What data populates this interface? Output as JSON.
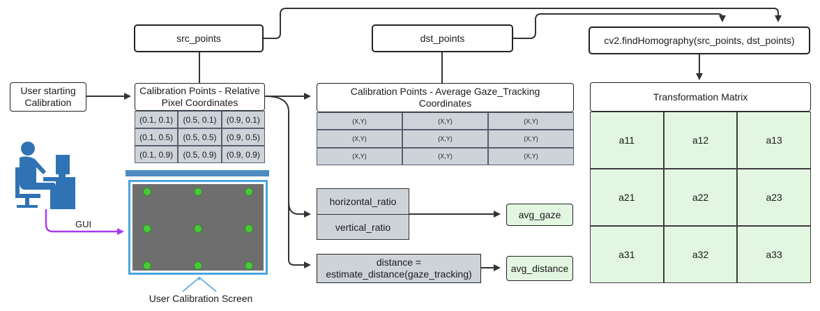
{
  "boxes": {
    "src_points": "src_points",
    "dst_points": "dst_points",
    "homography": "cv2.findHomography(src_points, dst_points)",
    "user_start": "User starting Calibration",
    "calib_rel": "Calibration Points - Relative Pixel Coordinates",
    "calib_gaze": "Calibration Points - Average Gaze_Tracking Coordinates",
    "transform_matrix": "Transformation Matrix",
    "horizontal_ratio": "horizontal_ratio",
    "vertical_ratio": "vertical_ratio",
    "avg_gaze": "avg_gaze",
    "distance_formula": "distance = estimate_distance(gaze_tracking)",
    "avg_distance": "avg_distance"
  },
  "labels": {
    "gui": "GUI",
    "screen_caption": "User Calibration Screen"
  },
  "src_table": [
    [
      "(0.1, 0.1)",
      "(0.5, 0.1)",
      "(0.9, 0.1)"
    ],
    [
      "(0.1, 0.5)",
      "(0.5, 0.5)",
      "(0.9, 0.5)"
    ],
    [
      "(0.1, 0.9)",
      "(0.5, 0.9)",
      "(0.9, 0.9)"
    ]
  ],
  "gaze_table": [
    [
      "(X,Y)",
      "(X,Y)",
      "(X,Y)"
    ],
    [
      "(X,Y)",
      "(X,Y)",
      "(X,Y)"
    ],
    [
      "(X,Y)",
      "(X,Y)",
      "(X,Y)"
    ]
  ],
  "matrix": [
    [
      "a11",
      "a12",
      "a13"
    ],
    [
      "a21",
      "a22",
      "a23"
    ],
    [
      "a31",
      "a32",
      "a33"
    ]
  ],
  "colors": {
    "grey_fill": "#ced3da",
    "green_fill": "#e3f6e1",
    "screen_blue": "#4aa3df",
    "person_blue": "#2f73b5",
    "gui_arrow": "#a83bf0",
    "dot_green": "#49c93a"
  },
  "icons": [
    "person-at-computer-icon",
    "calibration-screen-icon"
  ]
}
